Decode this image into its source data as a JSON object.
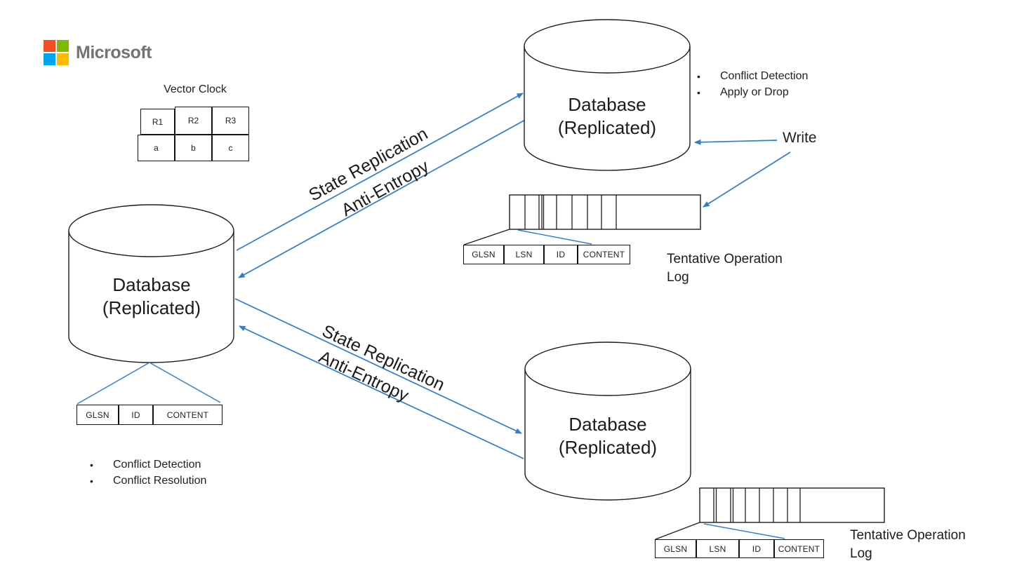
{
  "brand": {
    "name": "Microsoft",
    "square_colors": {
      "top_left": "#F25022",
      "top_right": "#7FBA00",
      "bottom_left": "#00A4EF",
      "bottom_right": "#FFB900"
    },
    "name_color": "#737373"
  },
  "colors": {
    "arrow": "#2E7DD1",
    "shape_stroke": "#1C1C1C"
  },
  "vector_clock": {
    "title": "Vector Clock",
    "header": [
      "R1",
      "R2",
      "R3"
    ],
    "values": [
      "a",
      "b",
      "c"
    ]
  },
  "database_label": {
    "line1": "Database",
    "line2": "(Replicated)"
  },
  "replication": {
    "top_link": {
      "label1": "State Replication",
      "label2": "Anti-Entropy"
    },
    "bottom_link": {
      "label1": "State Replication",
      "label2": "Anti-Entropy"
    }
  },
  "write_label": "Write",
  "notes_top_right": [
    "Conflict Detection",
    "Apply or Drop"
  ],
  "notes_left": [
    "Conflict Detection",
    "Conflict Resolution"
  ],
  "record_schema": {
    "top": [
      "GLSN",
      "LSN",
      "ID",
      "CONTENT"
    ],
    "left": [
      "GLSN",
      "ID",
      "CONTENT"
    ],
    "bottom": [
      "GLSN",
      "LSN",
      "ID",
      "CONTENT"
    ]
  },
  "log_labels": {
    "top": {
      "line1": "Tentative Operation",
      "line2": "Log"
    },
    "bottom": {
      "line1": "Tentative Operation",
      "line2": "Log"
    }
  }
}
